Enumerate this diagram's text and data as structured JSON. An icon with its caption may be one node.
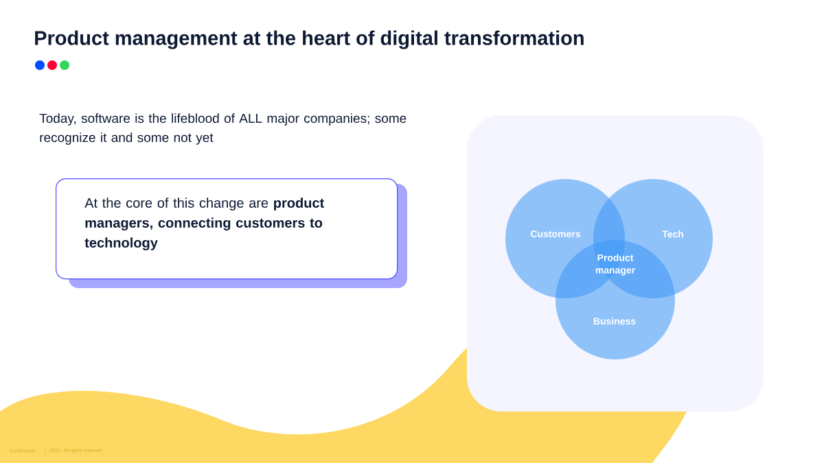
{
  "diagram": {
    "title": "Product management at the heart of digital transformation",
    "nodes": [
      {
        "text": [
          "At the core of this change are **product managers, connecting customers to technology**"
        ]
      },
      {
        "text": [
          "Customers"
        ]
      },
      {
        "text": [
          "Tech"
        ]
      },
      {
        "text": [
          "Business"
        ]
      }
    ],
    "labels": [
      "Today, software is the lifeblood of ALL major companies; some recognize it and some not yet",
      "Product manager",
      "Confidential",
      "2021. All rights reserved."
    ]
  }
}
